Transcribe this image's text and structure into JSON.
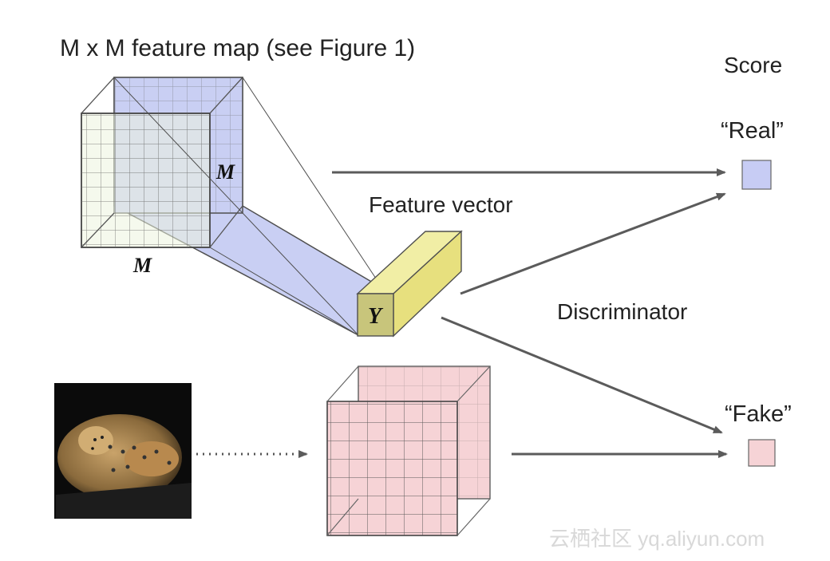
{
  "diagram": {
    "feature_map_title": "M x M feature map (see Figure 1)",
    "dimension_label_right": "M",
    "dimension_label_bottom": "M",
    "feature_vector_label": "Feature vector",
    "vector_symbol": "Y",
    "score_label": "Score",
    "real_label": "“Real”",
    "fake_label": "“Fake”",
    "discriminator_label": "Discriminator",
    "watermark": "云栖社区 yq.aliyun.com"
  },
  "colors": {
    "feature_map_blue": "#c9cff3",
    "feature_map_green": "#edf4df",
    "feature_vector_yellow": "#ece78f",
    "fake_pink": "#f6d3d6",
    "real_score_blue": "#c7ccf4",
    "arrow": "#5b5b5b"
  },
  "icons": {
    "input_image": "leopard-photo-icon"
  }
}
